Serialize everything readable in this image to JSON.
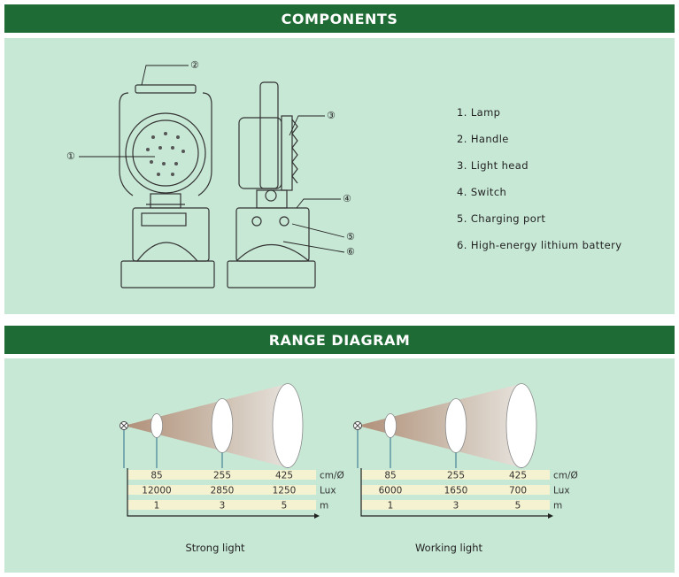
{
  "components": {
    "title": "COMPONENTS",
    "legend": [
      "1. Lamp",
      "2. Handle",
      "3. Light head",
      "4. Switch",
      "5. Charging port",
      "6. High-energy lithium battery"
    ],
    "callouts": [
      "①",
      "②",
      "③",
      "④",
      "⑤",
      "⑥"
    ]
  },
  "range": {
    "title": "RANGE DIAGRAM",
    "units": [
      "cm/Ø",
      "Lux",
      "m"
    ],
    "diagrams": [
      {
        "label": "Strong light",
        "diameters": [
          "85",
          "255",
          "425"
        ],
        "lux": [
          "12000",
          "2850",
          "1250"
        ],
        "distances": [
          "1",
          "3",
          "5"
        ]
      },
      {
        "label": "Working light",
        "diameters": [
          "85",
          "255",
          "425"
        ],
        "lux": [
          "6000",
          "1650",
          "700"
        ],
        "distances": [
          "1",
          "3",
          "5"
        ]
      }
    ]
  },
  "colors": {
    "banner": "#1f6b35",
    "panel": "#c8e8d6",
    "beam": "#b79a84",
    "axis_line": "#2a6b8a"
  }
}
